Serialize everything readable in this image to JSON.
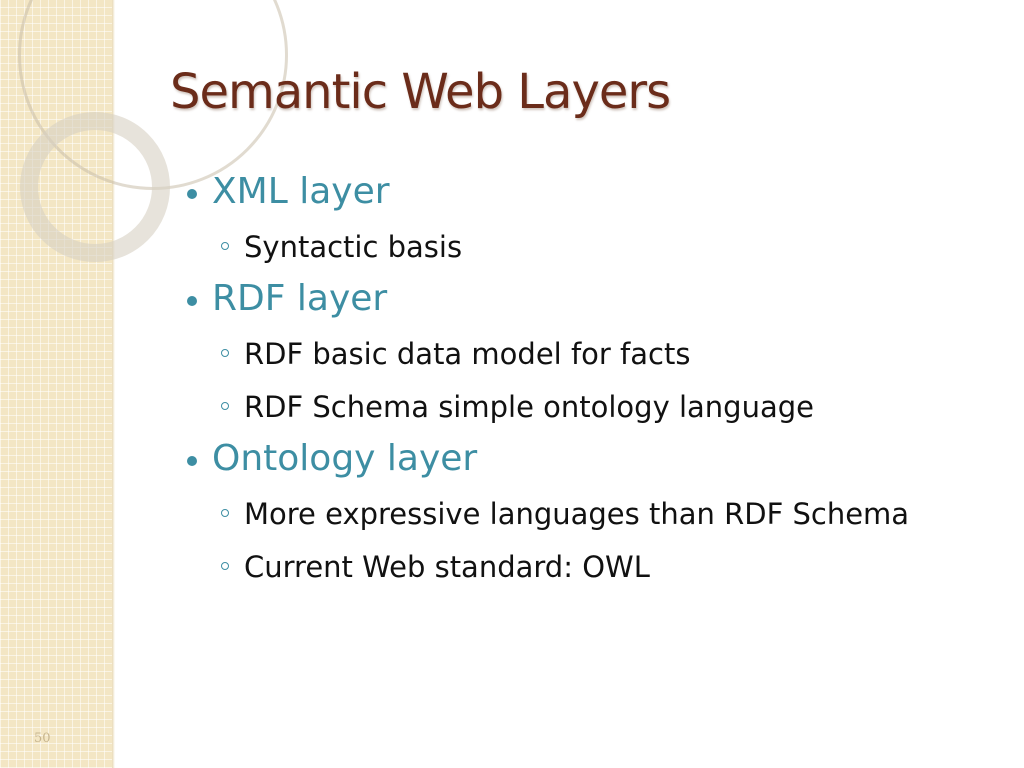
{
  "slide": {
    "title": "Semantic Web Layers",
    "number": "50",
    "colors": {
      "title": "#6b2c1a",
      "level1_text": "#3d8ea3",
      "level2_text": "#111111",
      "side_band": "#f3e6c4"
    },
    "bullets": [
      {
        "text": "XML layer",
        "subitems": [
          "Syntactic basis"
        ]
      },
      {
        "text": "RDF layer",
        "subitems": [
          "RDF basic data model for facts",
          "RDF Schema simple ontology language"
        ]
      },
      {
        "text": "Ontology layer",
        "subitems": [
          "More expressive languages than RDF Schema",
          "Current Web standard: OWL"
        ]
      }
    ]
  }
}
